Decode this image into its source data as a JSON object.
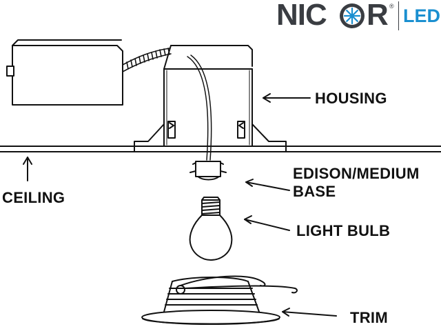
{
  "logo": {
    "brand_left": "NIC",
    "brand_right": "R",
    "registered": "®",
    "suffix": "LED",
    "color": "#3a3d42",
    "accent": "#1a8fd0"
  },
  "labels": {
    "housing": "HOUSING",
    "ceiling": "CEILING",
    "base_line1": "EDISON/MEDIUM",
    "base_line2": "BASE",
    "bulb": "LIGHT BULB",
    "trim": "TRIM"
  }
}
